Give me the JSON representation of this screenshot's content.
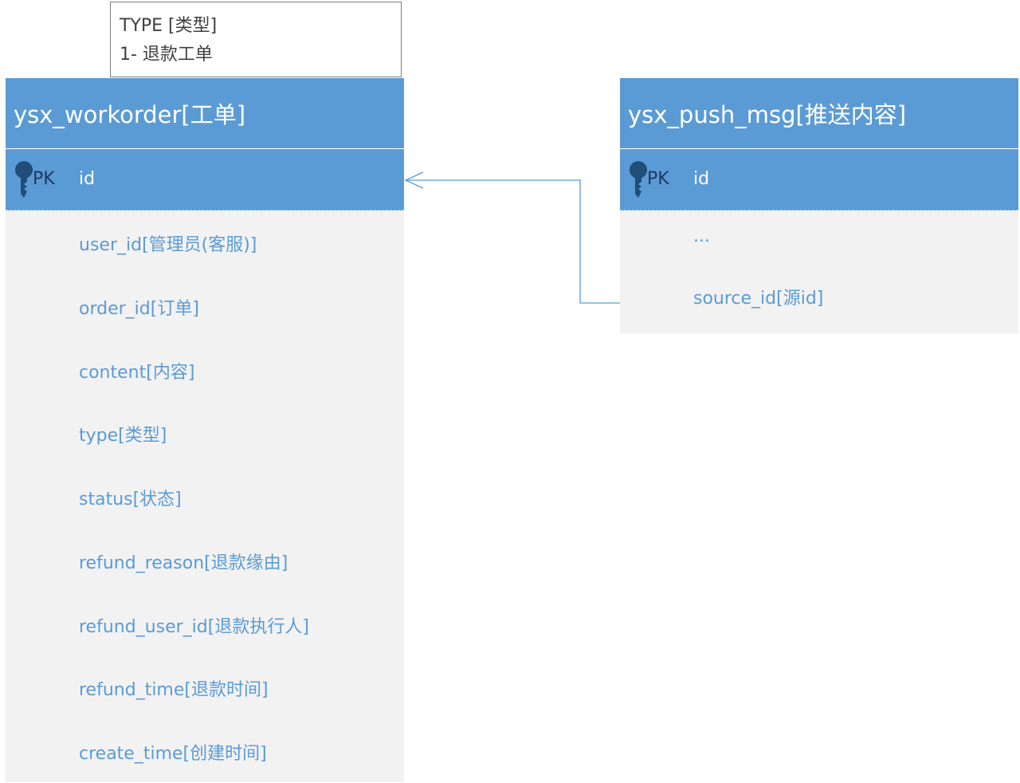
{
  "note": {
    "line1": "TYPE [类型]",
    "line2": "1- 退款工单"
  },
  "workorder": {
    "title": "ysx_workorder[工单]",
    "pk_label": "PK",
    "pk_field": "id",
    "fields": [
      "user_id[管理员(客服)]",
      "order_id[订单]",
      "content[内容]",
      "type[类型]",
      "status[状态]",
      "refund_reason[退款缘由]",
      "refund_user_id[退款执行人]",
      "refund_time[退款时间]",
      "create_time[创建时间]"
    ]
  },
  "push_msg": {
    "title": "ysx_push_msg[推送内容]",
    "pk_label": "PK",
    "pk_field": "id",
    "fields": [
      "...",
      "source_id[源id]"
    ]
  },
  "colors": {
    "header": "#5b9bd5",
    "body": "#f2f2f2",
    "field_text": "#5b9bd5",
    "connector": "#5b9bd5"
  }
}
